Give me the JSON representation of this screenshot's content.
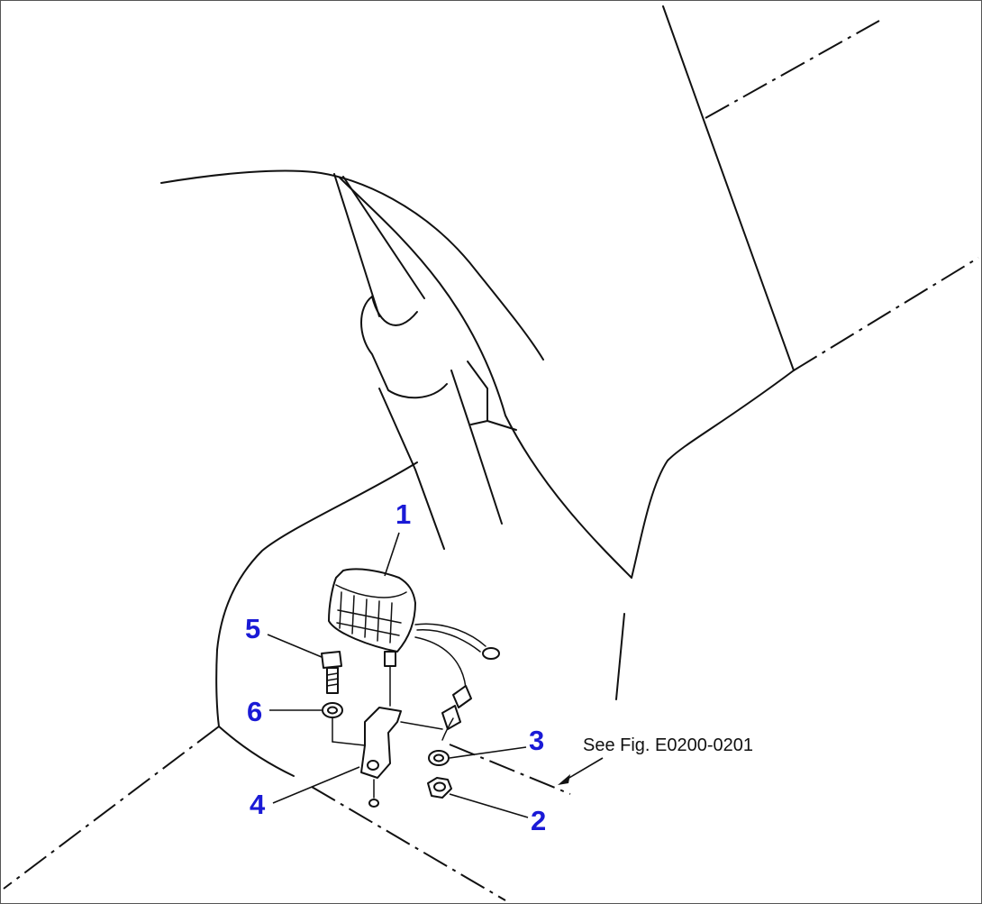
{
  "colors": {
    "callout": "#1a1ad6",
    "line": "#111111",
    "background": "#ffffff"
  },
  "callouts": [
    {
      "id": "1",
      "label": "1"
    },
    {
      "id": "2",
      "label": "2"
    },
    {
      "id": "3",
      "label": "3"
    },
    {
      "id": "4",
      "label": "4"
    },
    {
      "id": "5",
      "label": "5"
    },
    {
      "id": "6",
      "label": "6"
    }
  ],
  "reference": {
    "text": "See Fig. E0200-0201"
  }
}
